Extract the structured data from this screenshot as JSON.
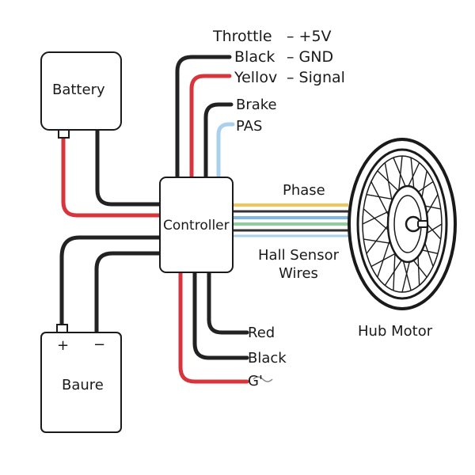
{
  "components": {
    "battery_top": {
      "label": "Battery"
    },
    "battery_bottom": {
      "label": "Baure",
      "plus": "+",
      "minus": "−"
    },
    "controller": {
      "label": "Controller"
    },
    "hub_motor": {
      "label": "Hub Motor"
    }
  },
  "wire_labels": {
    "throttle": "Throttle",
    "plus5v": "– +5V",
    "black_top": "Black",
    "gnd": "– GND",
    "yellow": "Yellov",
    "signal": "– Signal",
    "brake": "Brake",
    "pas": "PAS",
    "phase": "Phase",
    "hall_line1": "Hall Sensor",
    "hall_line2": "Wires",
    "red": "Red",
    "black_bottom": "Black",
    "g": "G'"
  },
  "colors": {
    "outline": "#1a1a1a",
    "red_wire": "#d8343c",
    "black_wire": "#222222",
    "light_blue_wire": "#a9d1ee",
    "yellow_wire": "#f2c45a",
    "blue_wire": "#7fb8e4",
    "green_wire": "#8ccf9a"
  }
}
